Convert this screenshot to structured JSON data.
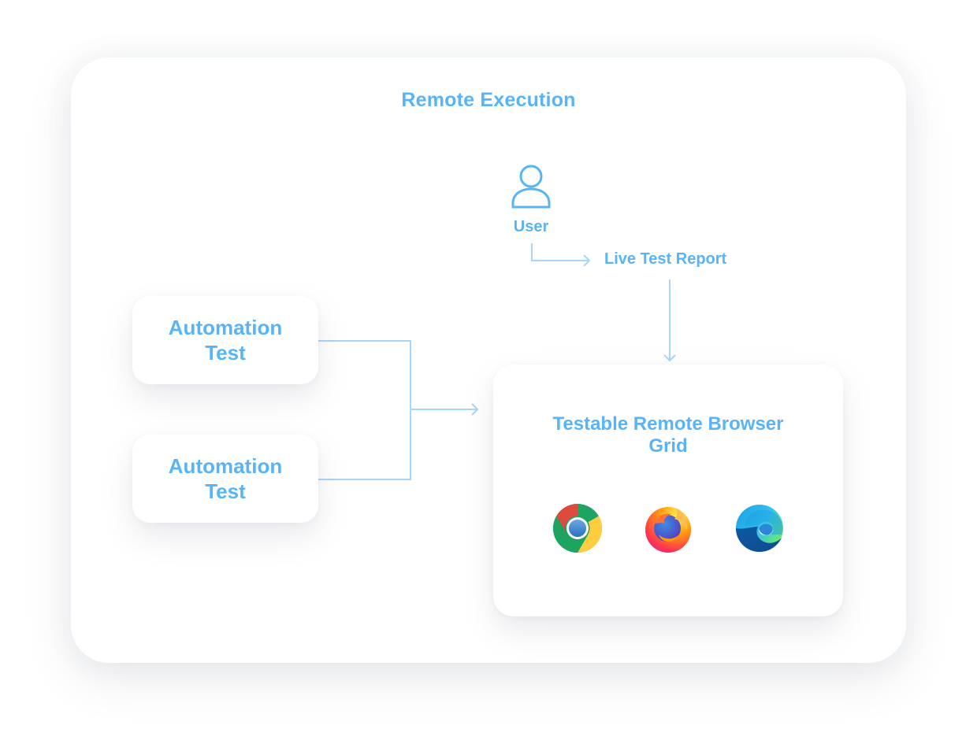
{
  "diagram": {
    "title": "Remote Execution",
    "user": {
      "label": "User",
      "icon": "user-icon"
    },
    "live_report": {
      "label": "Live Test Report"
    },
    "automation_tests": [
      {
        "label": "Automation Test"
      },
      {
        "label": "Automation Test"
      }
    ],
    "grid": {
      "title": "Testable Remote Browser Grid",
      "browsers": [
        {
          "name": "Chrome",
          "icon": "chrome-icon"
        },
        {
          "name": "Firefox",
          "icon": "firefox-icon"
        },
        {
          "name": "Edge",
          "icon": "edge-icon"
        }
      ]
    },
    "edges": [
      {
        "from": "User",
        "to": "Live Test Report"
      },
      {
        "from": "Live Test Report",
        "to": "Testable Remote Browser Grid"
      },
      {
        "from": "Automation Test",
        "to": "Testable Remote Browser Grid"
      },
      {
        "from": "Automation Test",
        "to": "Testable Remote Browser Grid"
      }
    ],
    "colors": {
      "accent": "#58b4f8",
      "connector": "#a6d6fb",
      "background": "#ffffff"
    }
  }
}
